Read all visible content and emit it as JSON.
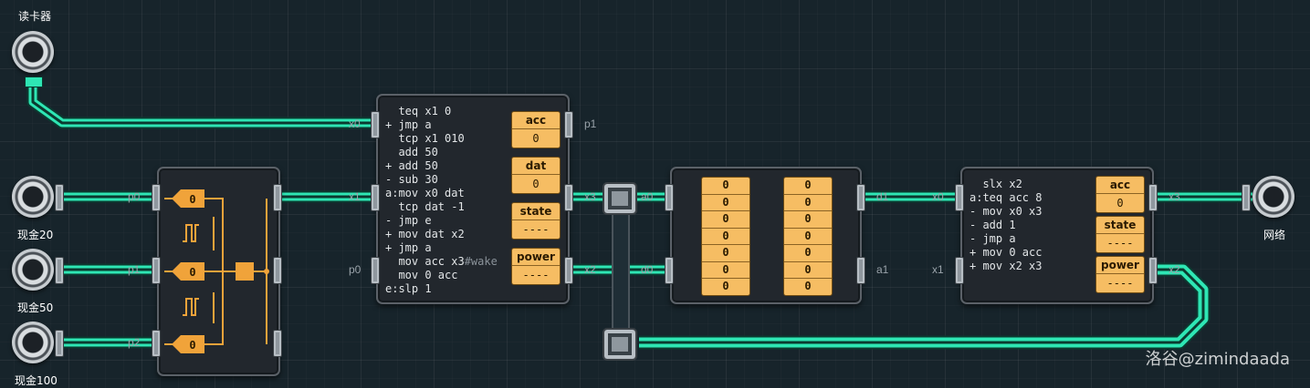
{
  "sensors": {
    "card_reader": "读卡器",
    "cash20": "现金20",
    "cash50": "现金50",
    "cash100": "现金100",
    "network": "网络"
  },
  "input_module": {
    "pins": [
      "p0",
      "p1",
      "p2"
    ],
    "readings": [
      "0",
      "0",
      "0"
    ]
  },
  "mc1": {
    "pins": {
      "x0": "x0",
      "x1": "x1",
      "p0": "p0",
      "p1": "p1",
      "x3": "x3",
      "x2": "x2"
    },
    "code": [
      "  teq x1 0",
      "+ jmp a",
      "  tcp x1 010",
      "  add 50",
      "+ add 50",
      "- sub 30",
      "a:mov x0 dat",
      "  tcp dat -1",
      "- jmp e",
      "+ mov dat x2",
      "+ jmp a",
      "  mov acc x3",
      "  mov 0 acc",
      "e:slp 1"
    ],
    "comment": "#wake",
    "registers": {
      "acc_label": "acc",
      "acc_value": "0",
      "dat_label": "dat",
      "dat_value": "0",
      "state_label": "state",
      "state_value": "----",
      "power_label": "power",
      "power_value": "----"
    }
  },
  "ram": {
    "pins": {
      "a0": "a0",
      "d0": "d0",
      "d1": "d1",
      "a1": "a1"
    },
    "col1": [
      "0",
      "0",
      "0",
      "0",
      "0",
      "0",
      "0"
    ],
    "col2": [
      "0",
      "0",
      "0",
      "0",
      "0",
      "0",
      "0"
    ]
  },
  "mc2": {
    "pins": {
      "x0": "x0",
      "x1": "x1",
      "x3": "x3",
      "x2": "x2"
    },
    "code": [
      "  slx x2",
      "a:teq acc 8",
      "- mov x0 x3",
      "- add 1",
      "- jmp a",
      "+ mov 0 acc",
      "+ mov x2 x3"
    ],
    "registers": {
      "acc_label": "acc",
      "acc_value": "0",
      "state_label": "state",
      "state_value": "----",
      "power_label": "power",
      "power_value": "----"
    }
  },
  "watermark": "洛谷@zimindaada",
  "colors": {
    "wire": "#2ee6b4",
    "register_fill": "#f6bd63",
    "logic_orange": "#f0a33a"
  }
}
